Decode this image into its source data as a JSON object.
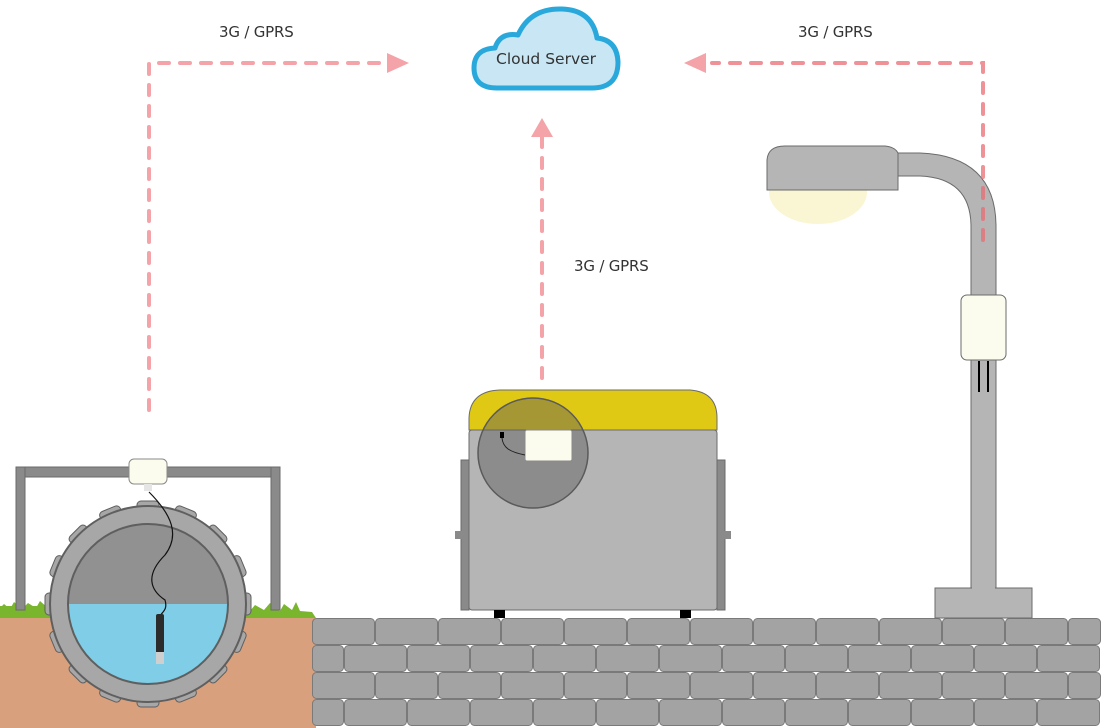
{
  "diagram": {
    "title": "IoT sensor connectivity to cloud",
    "cloud": {
      "label": "Cloud Server"
    },
    "links": [
      {
        "id": "manhole",
        "label": "3G / GPRS",
        "from": "Manhole water level sensor",
        "to": "Cloud Server"
      },
      {
        "id": "container",
        "label": "3G / GPRS",
        "from": "Waste container fill sensor",
        "to": "Cloud Server"
      },
      {
        "id": "streetlight",
        "label": "3G / GPRS",
        "from": "Street light sensor",
        "to": "Cloud Server"
      }
    ],
    "devices": [
      {
        "id": "manhole",
        "name": "Manhole / sewer water level sensor"
      },
      {
        "id": "container",
        "name": "Waste container with sensor"
      },
      {
        "id": "streetlight",
        "name": "Street light with sensor node"
      }
    ],
    "colors": {
      "link": "#f4a3a8",
      "cloud_fill": "#c8e6f3",
      "cloud_stroke": "#29a8dc",
      "water": "#7fcde6",
      "soil": "#d9a07d",
      "grass": "#7ab52e",
      "lid": "#e0c914",
      "pavers": "#a3a3a3",
      "device_box": "#fcfcee"
    }
  }
}
